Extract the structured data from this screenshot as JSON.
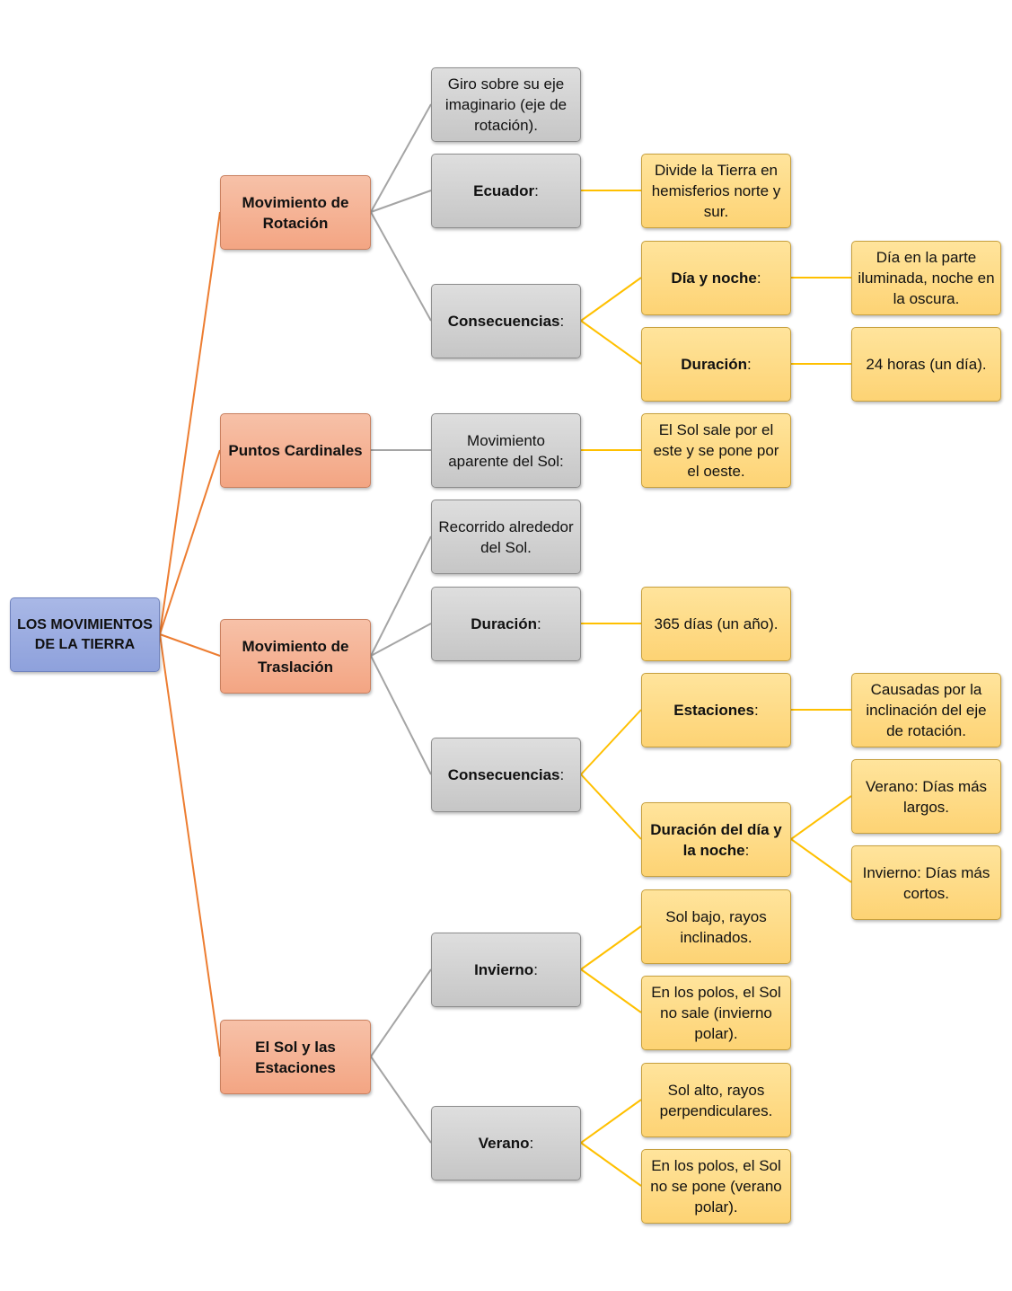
{
  "root": {
    "label": "LOS MOVIMIENTOS DE LA TIERRA"
  },
  "rotacion": {
    "label": "Movimiento de Rotación",
    "giro": "Giro sobre su eje imaginario (eje de rotación).",
    "ecuador": {
      "bold": "Ecuador",
      "rest": ":",
      "detail": "Divide la Tierra en hemisferios norte y sur."
    },
    "consecuencias": {
      "bold": "Consecuencias",
      "rest": ":",
      "dia_noche": {
        "bold": "Día y noche",
        "rest": ":",
        "detail": "Día en la parte iluminada, noche en la oscura."
      },
      "duracion": {
        "bold": "Duración",
        "rest": ":",
        "detail": "24 horas (un día)."
      }
    }
  },
  "cardinales": {
    "label": "Puntos Cardinales",
    "movimiento": "Movimiento aparente del Sol:",
    "detail": "El Sol sale por el este y se pone por el oeste."
  },
  "traslacion": {
    "label": "Movimiento de Traslación",
    "recorrido": "Recorrido alrededor del Sol.",
    "duracion": {
      "bold": "Duración",
      "rest": ":",
      "detail": "365 días (un año)."
    },
    "consecuencias": {
      "bold": "Consecuencias",
      "rest": ":",
      "estaciones": {
        "bold": "Estaciones",
        "rest": ":",
        "detail": "Causadas por la inclinación del eje de rotación."
      },
      "duracion_dia": {
        "bold": "Duración del día y la noche",
        "rest": ":",
        "verano": "Verano: Días más largos.",
        "invierno": "Invierno: Días más cortos."
      }
    }
  },
  "sol": {
    "label": "El Sol y las Estaciones",
    "invierno": {
      "bold": "Invierno",
      "rest": ":",
      "d1": "Sol bajo, rayos inclinados.",
      "d2": "En los polos, el Sol no sale (invierno polar)."
    },
    "verano": {
      "bold": "Verano",
      "rest": ":",
      "d1": "Sol alto, rayos perpendiculares.",
      "d2": "En los polos, el Sol no se pone (verano polar)."
    }
  },
  "colors": {
    "root": "#8ea1dc",
    "main": "#f3a583",
    "grey": "#c6c6c6",
    "yellow": "#fdd374",
    "line_orange": "#ed7d31",
    "line_grey": "#a5a5a5",
    "line_yellow": "#ffc000"
  }
}
